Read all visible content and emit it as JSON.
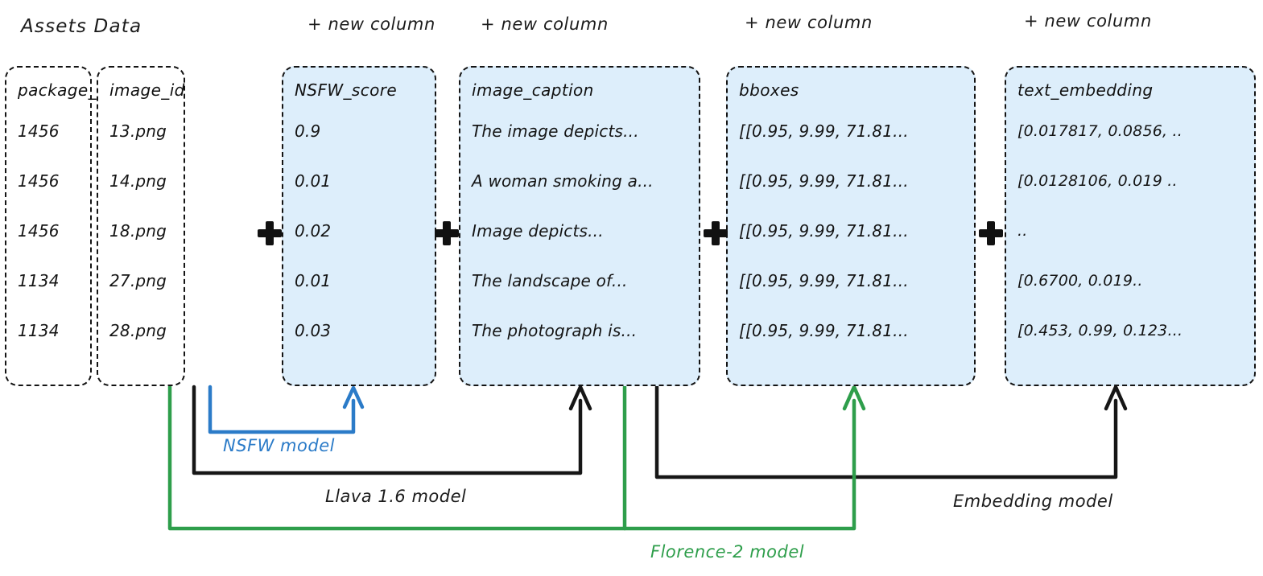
{
  "diagram": {
    "title": "Assets Data",
    "new_column_label": "+ new column",
    "accent_blue": "#2b7bc8",
    "accent_green": "#2e9e4b",
    "tint_fill": "#ddeefb",
    "stroke_black": "#141414"
  },
  "columns": [
    {
      "header": "package_id",
      "tinted": false,
      "is_new": false,
      "cells": [
        "1456",
        "1456",
        "1456",
        "1134",
        "1134"
      ]
    },
    {
      "header": "image_id",
      "tinted": false,
      "is_new": false,
      "cells": [
        "13.png",
        "14.png",
        "18.png",
        "27.png",
        "28.png"
      ]
    },
    {
      "header": "NSFW_score",
      "tinted": true,
      "is_new": true,
      "cells": [
        "0.9",
        "0.01",
        "0.02",
        "0.01",
        "0.03"
      ]
    },
    {
      "header": "image_caption",
      "tinted": true,
      "is_new": true,
      "cells": [
        "The image depicts...",
        "A woman smoking a...",
        "Image depicts...",
        "The landscape of...",
        "The photograph is..."
      ]
    },
    {
      "header": "bboxes",
      "tinted": true,
      "is_new": true,
      "cells": [
        "[[0.95, 9.99, 71.81...",
        "[[0.95, 9.99, 71.81...",
        "[[0.95, 9.99, 71.81...",
        "[[0.95, 9.99, 71.81...",
        "[[0.95, 9.99, 71.81..."
      ]
    },
    {
      "header": "text_embedding",
      "tinted": true,
      "is_new": true,
      "cells": [
        "[0.017817, 0.0856, ..",
        "[0.0128106, 0.019 ..",
        "..",
        "[0.6700, 0.019..",
        "[0.453, 0.99, 0.123..."
      ]
    }
  ],
  "model_edges": [
    {
      "label": "NSFW model",
      "color": "blue",
      "source": "image_id",
      "target": "NSFW_score"
    },
    {
      "label": "Llava 1.6 model",
      "color": "black",
      "source": "image_id",
      "target": "image_caption"
    },
    {
      "label": "Embedding model",
      "color": "black",
      "source": "image_caption",
      "target": "text_embedding"
    },
    {
      "label": "Florence-2 model",
      "color": "green",
      "source": "image_id",
      "target": "bboxes"
    }
  ]
}
